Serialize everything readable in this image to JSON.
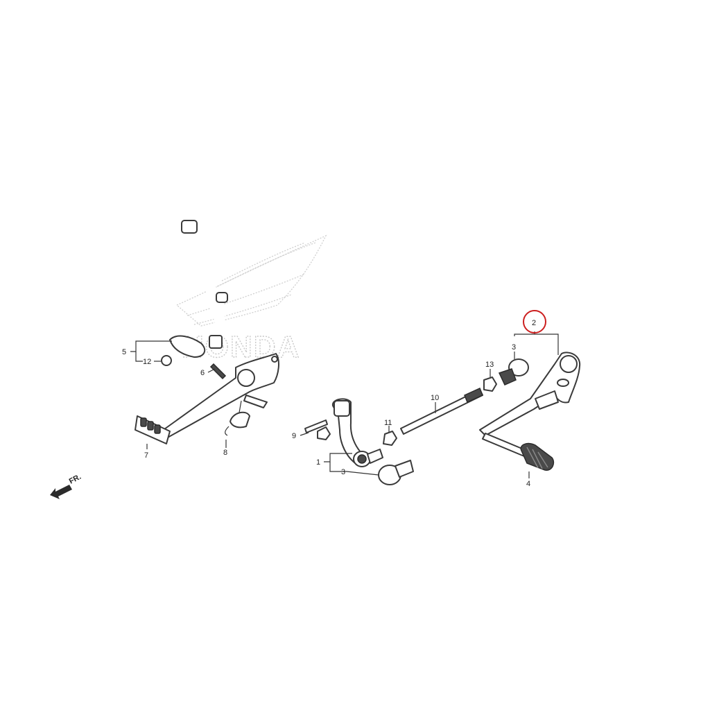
{
  "watermark": {
    "brand_text": "HONDA"
  },
  "direction_marker": {
    "label": "FR."
  },
  "callouts": {
    "c1": "1",
    "c2": "2",
    "c3_upper": "3",
    "c3_lower": "3",
    "c4": "4",
    "c5": "5",
    "c6": "6",
    "c7": "7",
    "c8": "8",
    "c9": "9",
    "c10": "10",
    "c11": "11",
    "c12": "12",
    "c13": "13"
  },
  "highlight": {
    "callout": "2",
    "color": "#cc1f1f"
  },
  "colors": {
    "line": "#3a3a3a",
    "watermark": "#c8c8c8",
    "background": "#ffffff"
  }
}
